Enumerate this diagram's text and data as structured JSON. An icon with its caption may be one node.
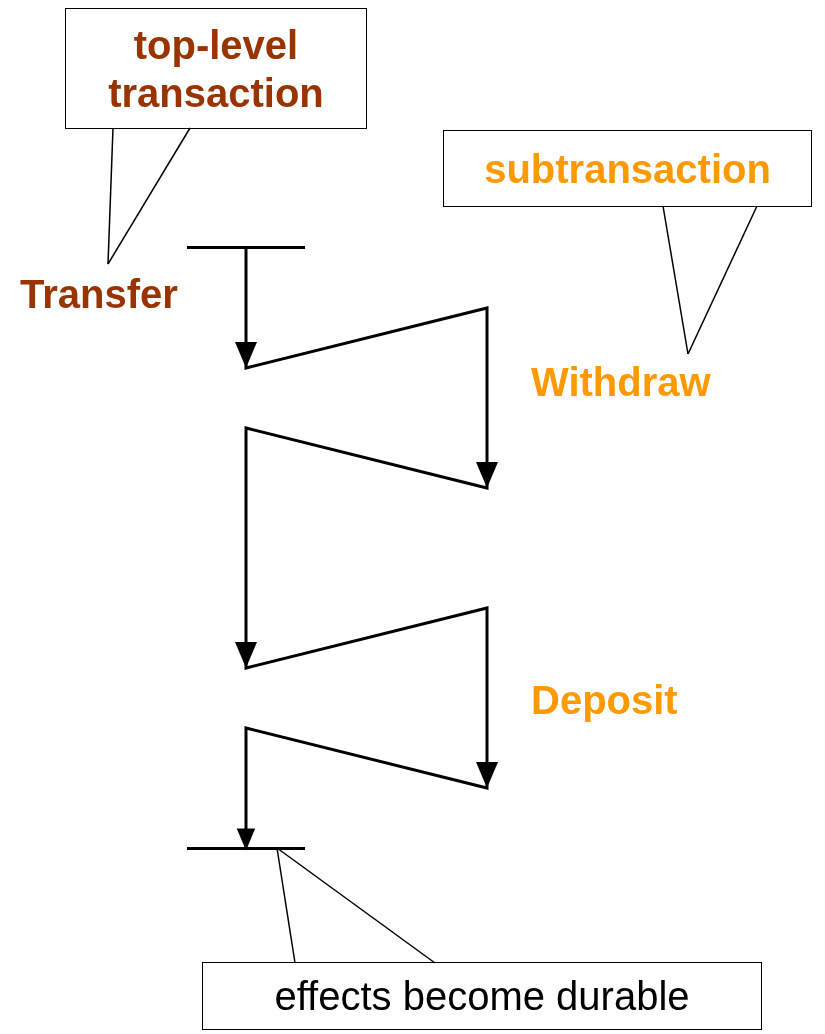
{
  "diagram": {
    "nodes": [
      {
        "text": [
          "top-level transaction"
        ]
      },
      {
        "text": [
          "Transfer"
        ]
      },
      {
        "text": [
          "subtransaction"
        ]
      },
      {
        "text": [
          "Withdraw"
        ]
      },
      {
        "text": [
          "Deposit"
        ]
      },
      {
        "text": [
          "effects become durable"
        ]
      },
      {
        "text": [],
        "shape": "bar"
      },
      {
        "text": [],
        "shape": "bar"
      }
    ],
    "edges": [
      {
        "from": 6,
        "to": 7,
        "arrow": "to"
      },
      {
        "from": 0,
        "to": 1,
        "arrow": "none"
      },
      {
        "from": 2,
        "to": 3,
        "arrow": "none"
      },
      {
        "from": 5,
        "to": 7,
        "arrow": "none"
      }
    ]
  }
}
